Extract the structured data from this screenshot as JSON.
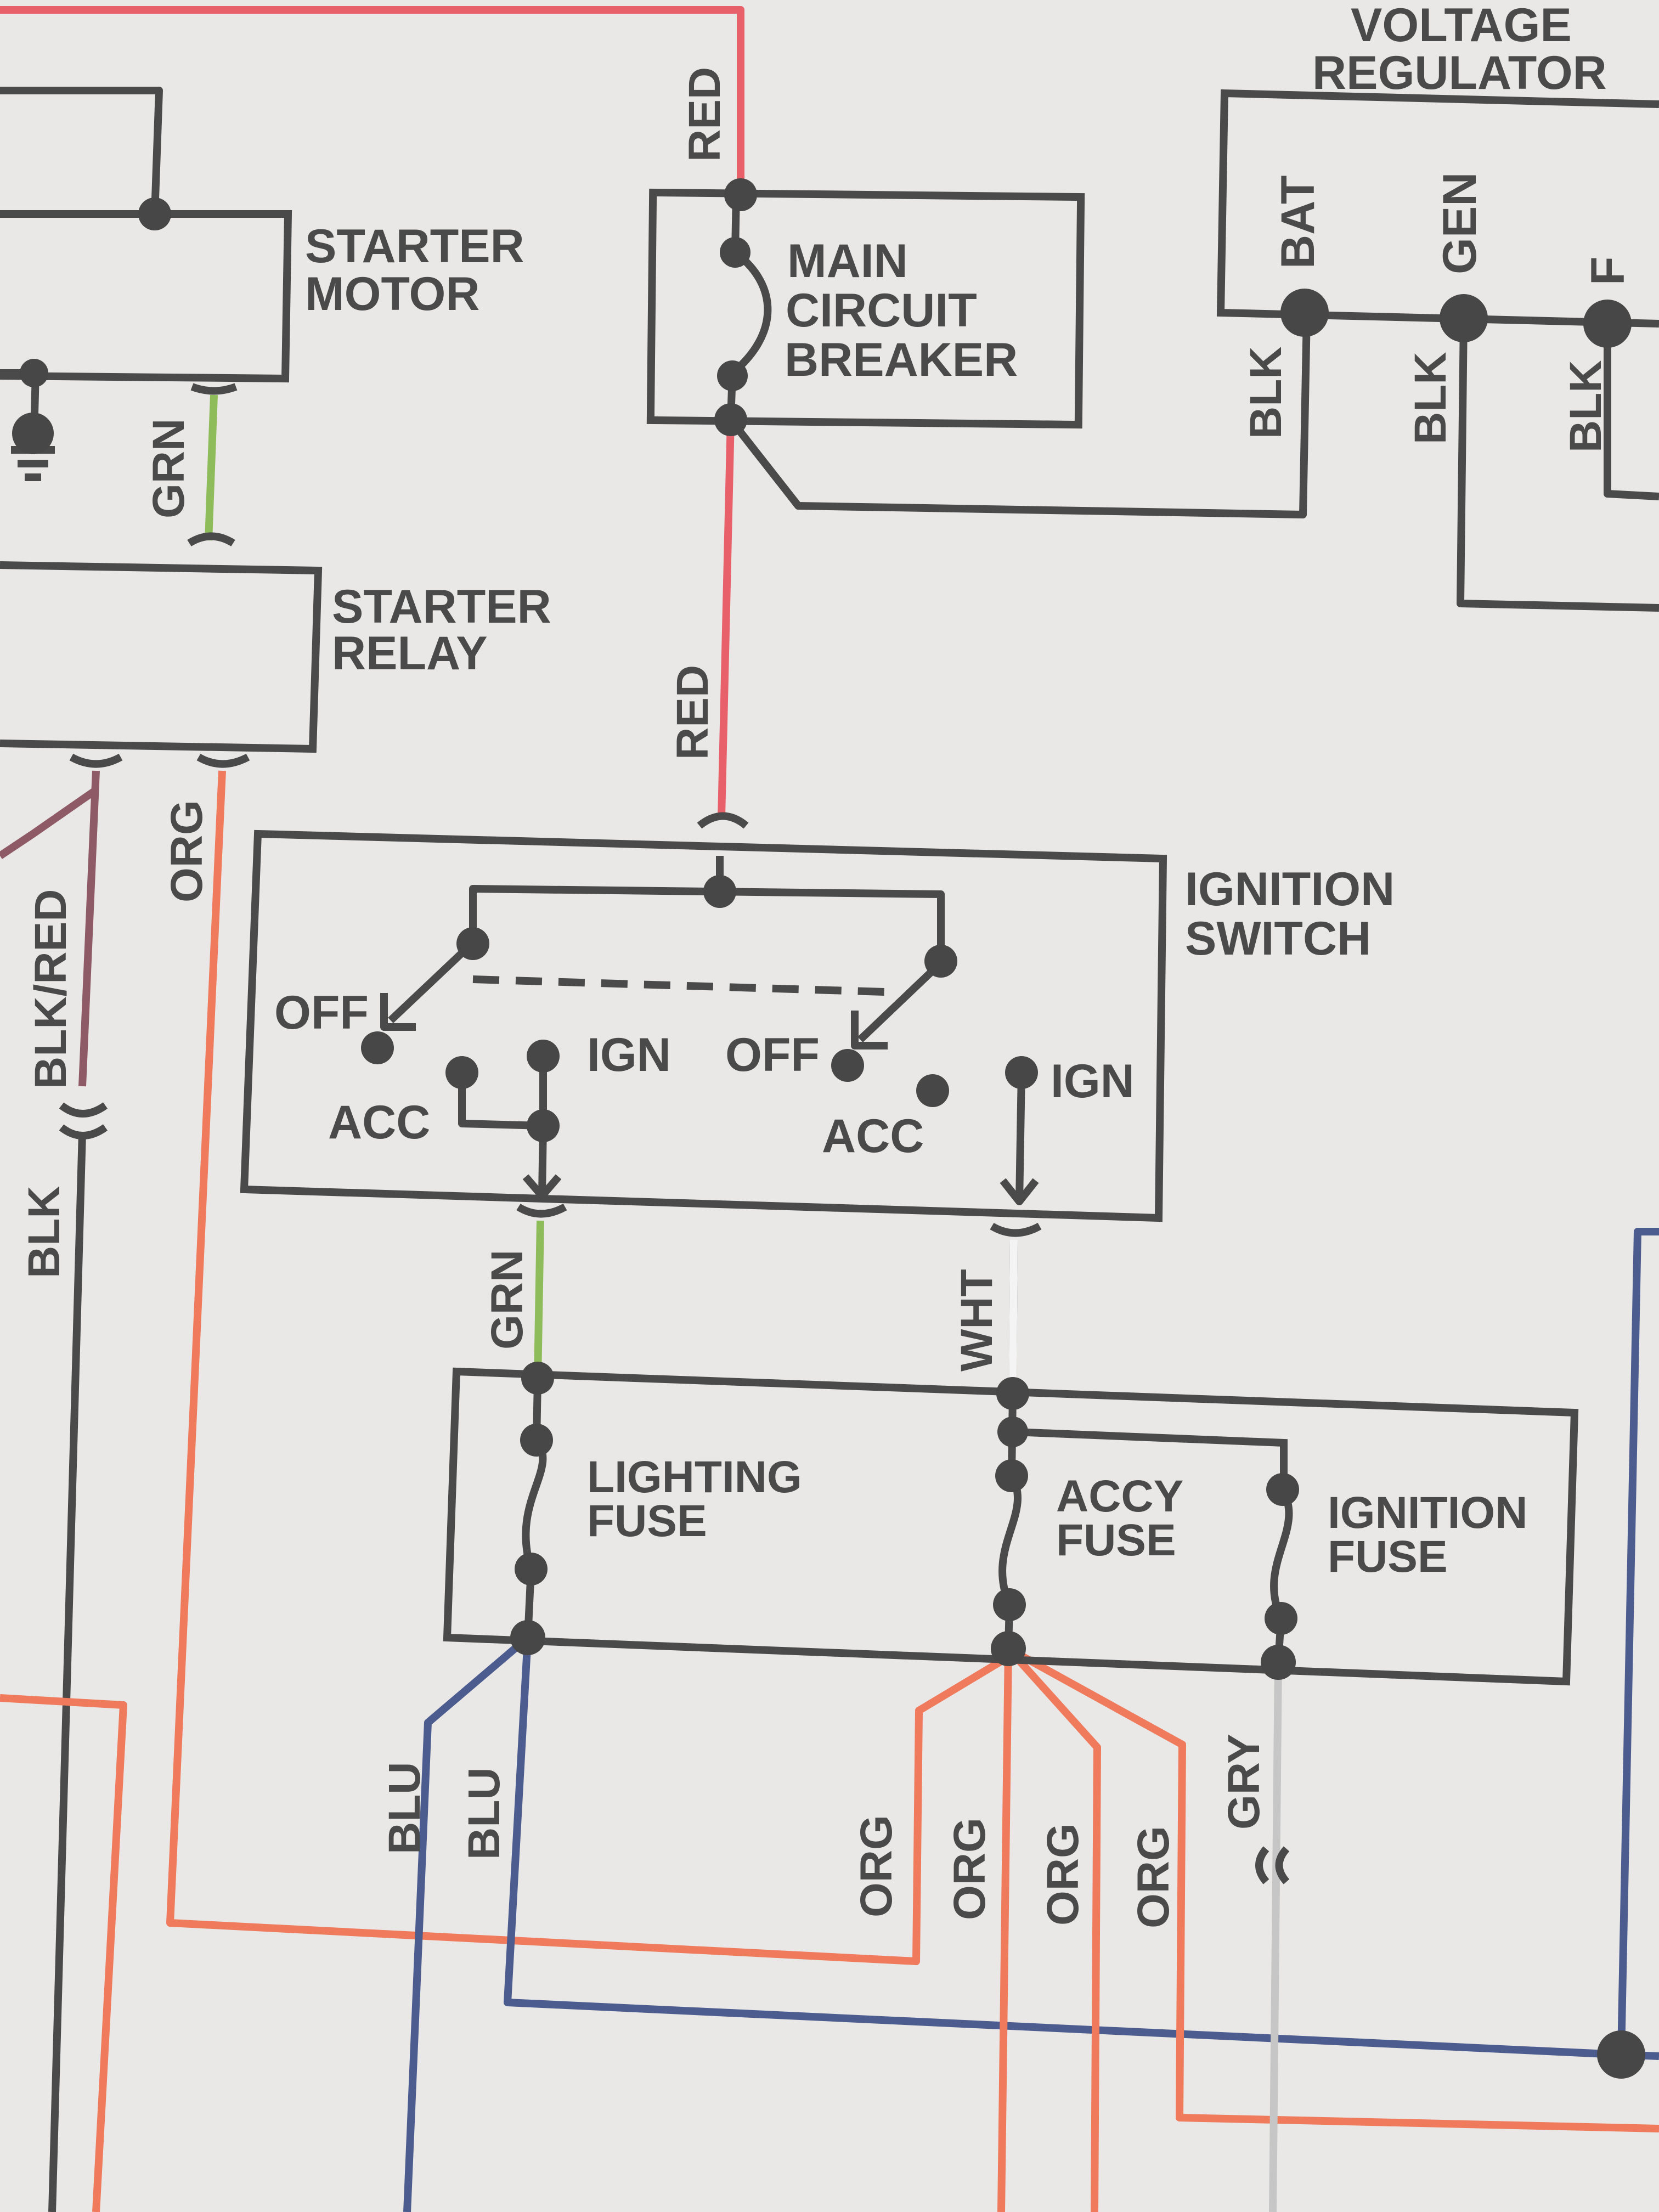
{
  "colors": {
    "RED": "#e8606a",
    "ORG": "#ef7a5c",
    "GRN": "#8fbc5a",
    "BLK": "#4a4a4a",
    "BLU": "#4c5c8e",
    "GRY": "#c6c6c6",
    "WHT": "#f4f4f4",
    "BLK/RED": "#8e5a66",
    "ink": "#4a4a4a",
    "paper": "#e9e8e6"
  },
  "components": {
    "voltage_regulator": [
      "VOLTAGE",
      "REGULATOR"
    ],
    "starter_motor": [
      "STARTER",
      "MOTOR"
    ],
    "main_circuit_breaker": [
      "MAIN",
      "CIRCUIT",
      "BREAKER"
    ],
    "starter_relay": [
      "STARTER",
      "RELAY"
    ],
    "ignition_switch": [
      "IGNITION",
      "SWITCH"
    ],
    "lighting_fuse": [
      "LIGHTING",
      "FUSE"
    ],
    "accy_fuse": [
      "ACCY",
      "FUSE"
    ],
    "ignition_fuse": [
      "IGNITION",
      "FUSE"
    ]
  },
  "terminals": {
    "regulator": [
      "BAT",
      "GEN",
      "F"
    ],
    "switch_left": {
      "off": "OFF",
      "ign": "IGN",
      "acc": "ACC"
    },
    "switch_right": {
      "off": "OFF",
      "ign": "IGN",
      "acc": "ACC"
    }
  },
  "wire_labels": {
    "red_top": "RED",
    "red_mid": "RED",
    "grn_starter": "GRN",
    "org_relay": "ORG",
    "blk_red": "BLK/RED",
    "blk_left": "BLK",
    "blk_bat": "BLK",
    "blk_gen": "BLK",
    "blk_f": "BLK",
    "grn_switch": "GRN",
    "wht_switch": "WHT",
    "blu_1": "BLU",
    "blu_2": "BLU",
    "org_1": "ORG",
    "org_2": "ORG",
    "org_3": "ORG",
    "org_4": "ORG",
    "gry": "GRY"
  }
}
